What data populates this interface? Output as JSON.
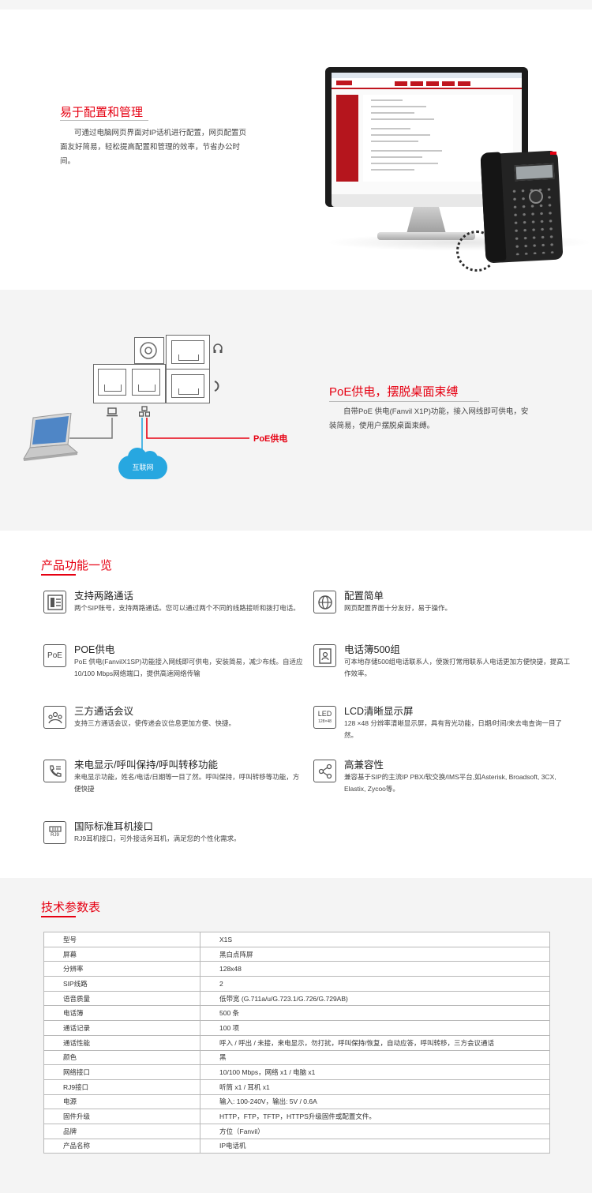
{
  "section1": {
    "title": "易于配置和管理",
    "desc": "可通过电脑网页界面对IP话机进行配置，网页配置页面友好简易，轻松提高配置和管理的效率，节省办公时间。"
  },
  "section2": {
    "title": "PoE供电，摆脱桌面束缚",
    "desc": "自带PoE 供电(Fanvil X1P)功能，接入网线即可供电，安装简易，使用户摆脱桌面束缚。",
    "poe_label": "PoE供电",
    "cloud_label": "互联网"
  },
  "section3": {
    "title": "产品功能一览",
    "features": [
      {
        "icon": "dual-line-icon",
        "title": "支持两路通话",
        "desc": "两个SIP账号，支持两路通话。您可以通过两个不同的线路接听和拨打电话。"
      },
      {
        "icon": "globe-icon",
        "title": "配置简单",
        "desc": "网页配置界面十分友好，易于操作。"
      },
      {
        "icon": "poe-icon",
        "icon_text": "PoE",
        "title": "POE供电",
        "desc": "PoE 供电(FanvilX1SP)功能接入网线即可供电，安装简易，减少布线。自适应10/100 Mbps网络端口，提供高速网络传输"
      },
      {
        "icon": "contacts-icon",
        "title": "电话簿500组",
        "desc": "可本地存储500组电话联系人，使拨打常用联系人电话更加方便快捷，提高工作效率。"
      },
      {
        "icon": "conference-icon",
        "title": "三方通话会议",
        "desc": "支持三方通话会议，使传递会议信息更加方便、快捷。"
      },
      {
        "icon": "lcd-icon",
        "icon_text": "LED",
        "icon_sub": "128×48",
        "title": "LCD清晰显示屏",
        "desc": "128 ×48 分辨率清晰显示屏，具有背光功能，日期/时间/来去电查询一目了然。"
      },
      {
        "icon": "call-display-icon",
        "title": "来电显示/呼叫保持/呼叫转移功能",
        "desc": "来电显示功能，姓名/电话/日期等一目了然。呼叫保持，呼叫转移等功能，方便快捷"
      },
      {
        "icon": "share-icon",
        "title": "高兼容性",
        "desc": "兼容基于SIP的主流IP PBX/软交换/IMS平台,如Asterisk, Broadsoft, 3CX, Elastix, Zycoo等。"
      },
      {
        "icon": "rj9-icon",
        "icon_text": "RJ9",
        "title": "国际标准耳机接口",
        "desc": "RJ9耳机接口，可外接话务耳机，满足您的个性化需求。"
      }
    ]
  },
  "section4": {
    "title": "技术参数表",
    "rows": [
      [
        "型号",
        "X1S"
      ],
      [
        "屏幕",
        "黑白点阵屏"
      ],
      [
        "分辨率",
        "128x48"
      ],
      [
        "SIP线路",
        "2"
      ],
      [
        "语音质量",
        "低带宽 (G.711a/u/G.723.1/G.726/G.729AB)"
      ],
      [
        "电话簿",
        "500 条"
      ],
      [
        "通话记录",
        "100 项"
      ],
      [
        "通话性能",
        "呼入 / 呼出 / 未接，来电显示，勿打扰，呼叫保持/恢复，自动应答，呼叫转移，三方会议通话"
      ],
      [
        "颜色",
        "黑"
      ],
      [
        "网络接口",
        "10/100 Mbps，网络 x1 / 电脑 x1"
      ],
      [
        "RJ9接口",
        "听筒 x1 / 耳机 x1"
      ],
      [
        "电源",
        "输入: 100-240V，输出: 5V / 0.6A"
      ],
      [
        "固件升级",
        "HTTP，FTP，TFTP，HTTPS升级固件或配置文件。"
      ],
      [
        "品牌",
        "方位（Fanvil）"
      ],
      [
        "产品名称",
        "IP电话机"
      ]
    ]
  }
}
